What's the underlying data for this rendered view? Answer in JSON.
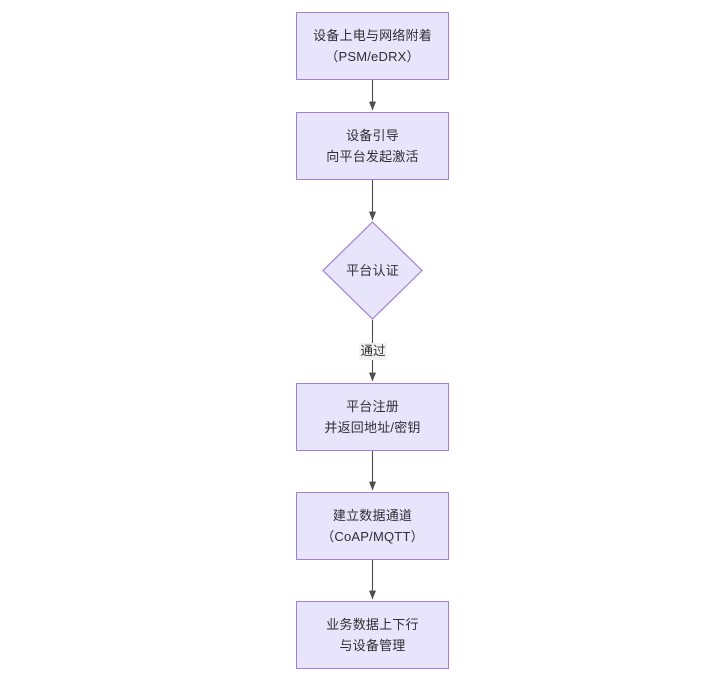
{
  "diagram": {
    "type": "flowchart",
    "orientation": "top-to-bottom",
    "background_color": "#ffffff",
    "node_fill_color": "#e7e4fb",
    "node_border_color": "#a07fd6",
    "edge_color": "#4d4d4d",
    "text_color": "#2f2f33",
    "nodes": [
      {
        "id": "n1",
        "shape": "rectangle",
        "lines": [
          "设备上电与网络附着",
          "（PSM/eDRX）"
        ]
      },
      {
        "id": "n2",
        "shape": "rectangle",
        "lines": [
          "设备引导",
          "向平台发起激活"
        ]
      },
      {
        "id": "n3",
        "shape": "diamond",
        "lines": [
          "平台认证"
        ]
      },
      {
        "id": "n4",
        "shape": "rectangle",
        "lines": [
          "平台注册",
          "并返回地址/密钥"
        ]
      },
      {
        "id": "n5",
        "shape": "rectangle",
        "lines": [
          "建立数据通道",
          "（CoAP/MQTT）"
        ]
      },
      {
        "id": "n6",
        "shape": "rectangle",
        "lines": [
          "业务数据上下行",
          "与设备管理"
        ]
      }
    ],
    "edges": [
      {
        "from": "n1",
        "to": "n2",
        "label": ""
      },
      {
        "from": "n2",
        "to": "n3",
        "label": ""
      },
      {
        "from": "n3",
        "to": "n4",
        "label": "通过"
      },
      {
        "from": "n4",
        "to": "n5",
        "label": ""
      },
      {
        "from": "n5",
        "to": "n6",
        "label": ""
      }
    ]
  }
}
